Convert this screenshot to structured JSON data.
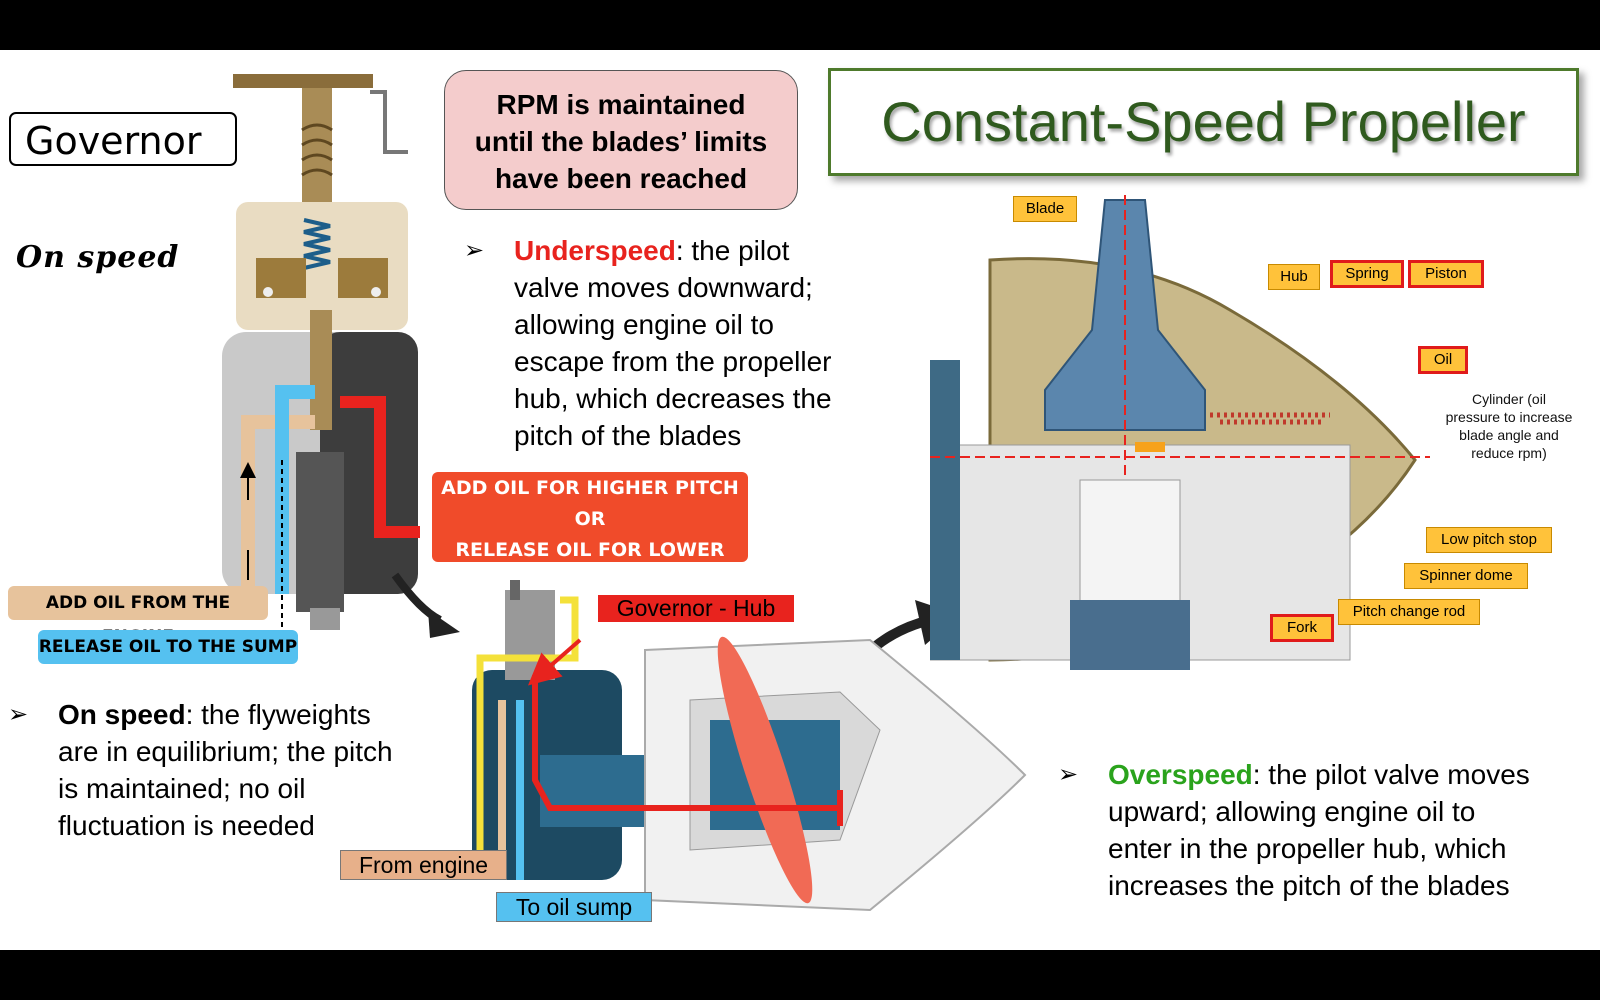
{
  "title": "Constant-Speed Propeller",
  "governor_label": "Governor",
  "on_speed_label": "On speed",
  "rpm_note": [
    "RPM is maintained",
    "until the blades’ limits",
    "have been reached"
  ],
  "underspeed": {
    "term": "Underspeed",
    "lines": [
      ": the pilot",
      "valve moves downward;",
      "allowing engine oil to",
      "escape from the propeller",
      "hub, which decreases the",
      "pitch of the blades"
    ]
  },
  "on_speed": {
    "term": "On speed",
    "lines": [
      ": the flyweights",
      "are in equilibrium; the pitch",
      "is maintained; no oil",
      "fluctuation is needed"
    ]
  },
  "overspeed": {
    "term": "Overspeed",
    "lines": [
      ": the pilot valve moves",
      "upward; allowing engine oil to",
      "enter in the propeller hub, which",
      "increases the pitch of the blades"
    ]
  },
  "oil_action": [
    "ADD OIL FOR HIGHER PITCH",
    "OR",
    "RELEASE OIL FOR LOWER PITCH"
  ],
  "add_oil_engine": "ADD OIL FROM THE ENGINE",
  "release_oil_sump": "RELEASE OIL TO THE SUMP",
  "governor_hub": "Governor - Hub",
  "from_engine": "From engine",
  "to_oil_sump": "To oil sump",
  "prop_labels": {
    "blade": "Blade",
    "hub": "Hub",
    "spring": "Spring",
    "piston": "Piston",
    "oil": "Oil",
    "cylinder": [
      "Cylinder (oil",
      "pressure to increase",
      "blade angle and",
      "reduce rpm)"
    ],
    "low_pitch_stop": "Low pitch stop",
    "spinner_dome": "Spinner dome",
    "pitch_change_rod": "Pitch change rod",
    "fork": "Fork"
  },
  "colors": {
    "title_green": "#2f5a1e",
    "underspeed_red": "#e8231e",
    "overspeed_green": "#2aa31c",
    "oil_red": "#e8231e",
    "engine_tan": "#e7c39c",
    "sump_blue": "#55c1f0",
    "label_orange": "#ffc23a"
  }
}
